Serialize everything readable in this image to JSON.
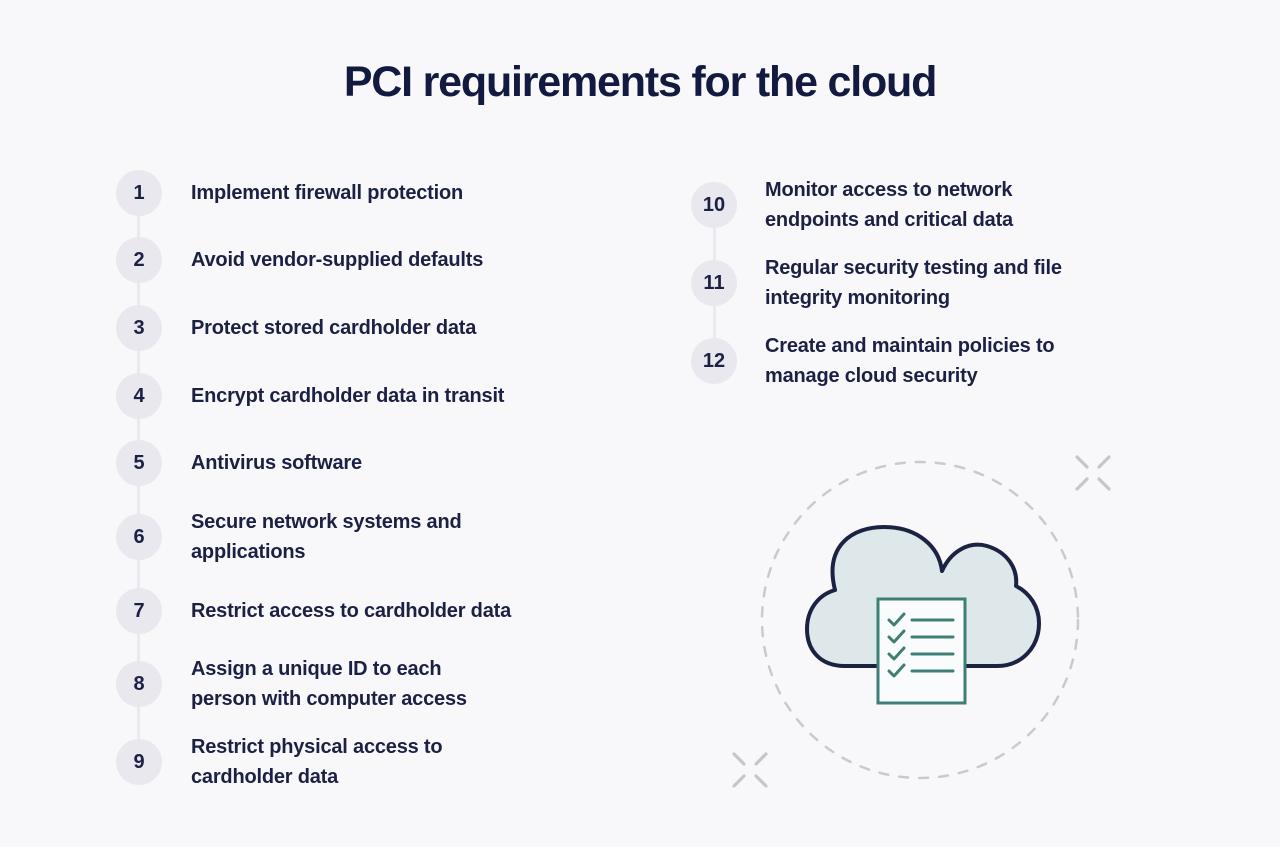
{
  "title": "PCI requirements for the cloud",
  "requirements": {
    "left": [
      {
        "number": "1",
        "lines": [
          "Implement firewall protection"
        ]
      },
      {
        "number": "2",
        "lines": [
          "Avoid vendor-supplied defaults"
        ]
      },
      {
        "number": "3",
        "lines": [
          "Protect stored cardholder data"
        ]
      },
      {
        "number": "4",
        "lines": [
          "Encrypt cardholder data in transit"
        ]
      },
      {
        "number": "5",
        "lines": [
          "Antivirus software"
        ]
      },
      {
        "number": "6",
        "lines": [
          "Secure network systems and",
          "applications"
        ]
      },
      {
        "number": "7",
        "lines": [
          "Restrict access to cardholder data"
        ]
      },
      {
        "number": "8",
        "lines": [
          "Assign a unique ID to each",
          "person with computer access"
        ]
      },
      {
        "number": "9",
        "lines": [
          "Restrict physical access to",
          "cardholder data"
        ]
      }
    ],
    "right": [
      {
        "number": "10",
        "lines": [
          "Monitor access to network",
          "endpoints and critical data"
        ]
      },
      {
        "number": "11",
        "lines": [
          "Regular security testing and file",
          "integrity monitoring"
        ]
      },
      {
        "number": "12",
        "lines": [
          "Create and maintain policies to",
          "manage cloud security"
        ]
      }
    ]
  },
  "illustration": {
    "description": "cloud with checklist document inside a dashed circle, decorative x sparkles",
    "checklist_rows": 4
  },
  "colors": {
    "background": "#f8f8fb",
    "title_text": "#131a3f",
    "item_text": "#1c2144",
    "number_text": "#1c2144",
    "circle_bg": "#e8e8ee",
    "connector": "#e9e9ef",
    "cloud_fill": "#dee8ea",
    "cloud_outline": "#1c2342",
    "checklist_teal": "#3d7f74",
    "doc_fill": "#fafbfc",
    "dashed_ring": "#c9cacf",
    "sparkle": "#c5c6cb"
  }
}
